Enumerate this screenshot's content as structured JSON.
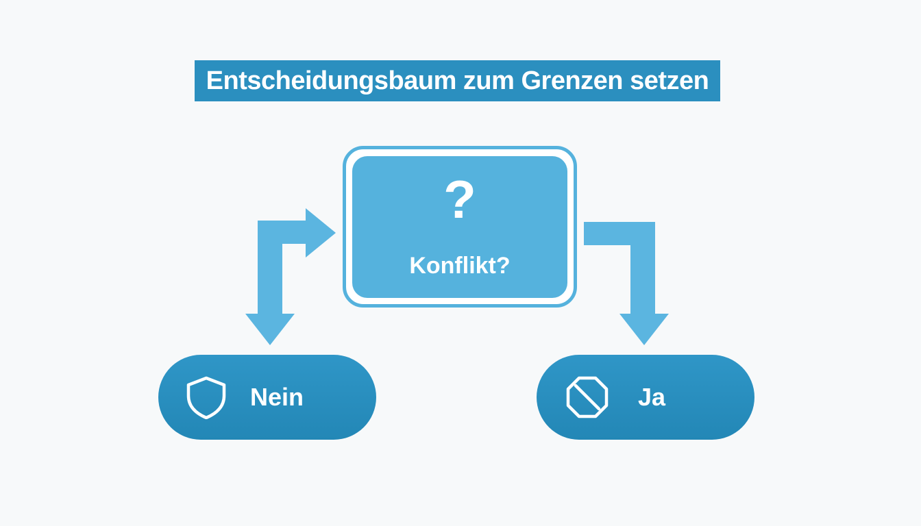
{
  "title": "Entscheidungsbaum zum Grenzen setzen",
  "decision": {
    "symbol": "?",
    "label": "Konflikt?"
  },
  "outcomes": [
    {
      "label": "Nein",
      "icon": "shield-icon"
    },
    {
      "label": "Ja",
      "icon": "prohibition-octagon-icon"
    }
  ],
  "colors": {
    "background": "#f7f9fa",
    "title_banner": "#2b8fbf",
    "decision_fill": "#55b2dd",
    "arrow": "#5bb5e0",
    "outcome_fill": "#2b8fbf",
    "text": "#ffffff"
  }
}
